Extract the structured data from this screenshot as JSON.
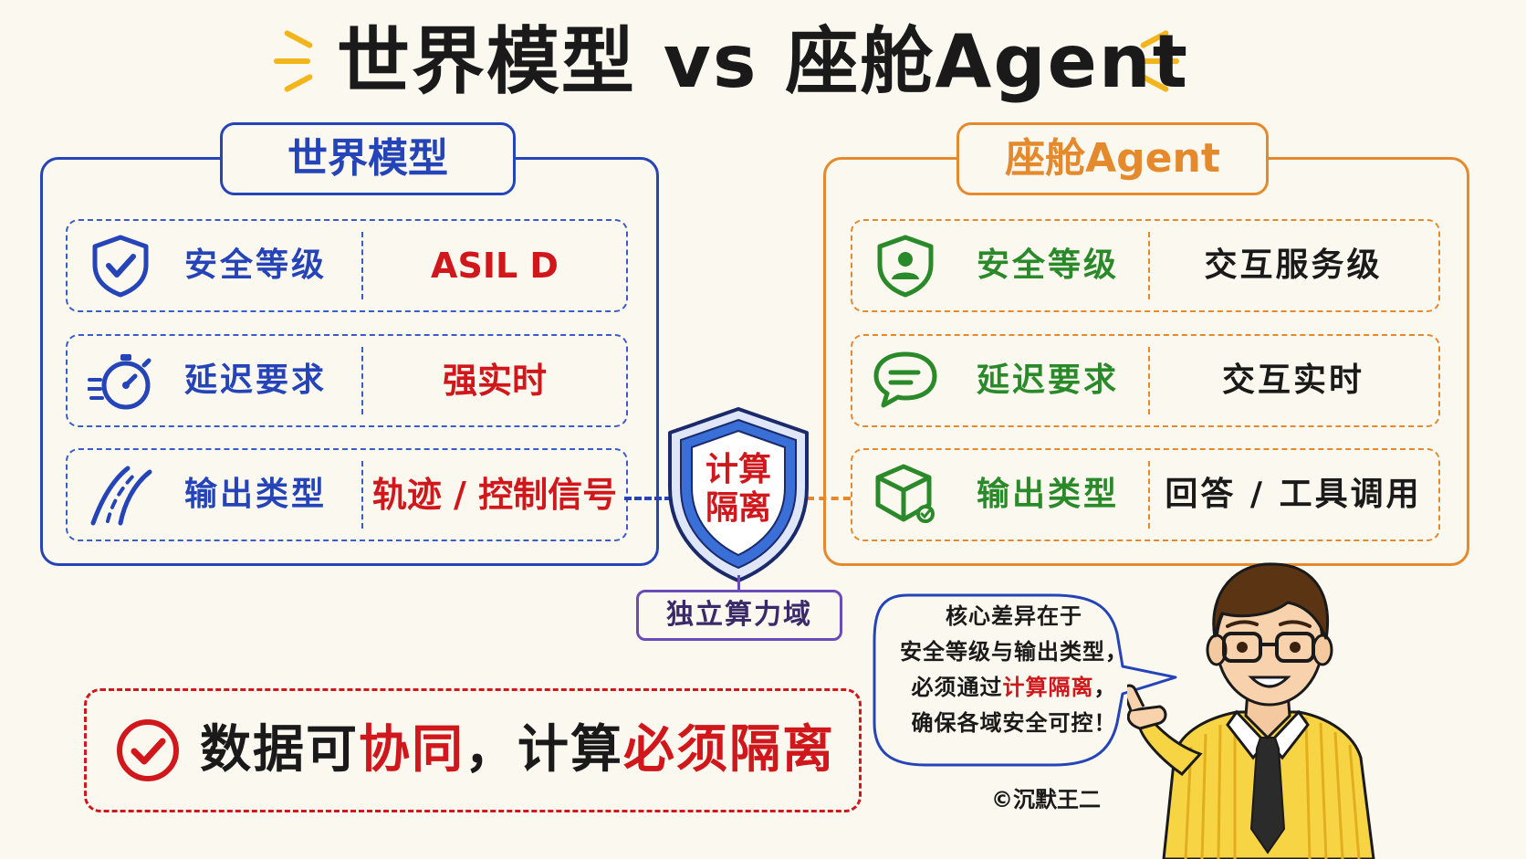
{
  "title": "世界模型 vs 座舱Agent",
  "left_panel": {
    "heading": "世界模型",
    "rows": [
      {
        "icon": "shield-check-icon",
        "label": "安全等级",
        "value": "ASIL D"
      },
      {
        "icon": "stopwatch-icon",
        "label": "延迟要求",
        "value": "强实时"
      },
      {
        "icon": "road-lanes-icon",
        "label": "输出类型",
        "value": "轨迹 / 控制信号"
      }
    ]
  },
  "right_panel": {
    "heading": "座舱Agent",
    "rows": [
      {
        "icon": "shield-user-icon",
        "label": "安全等级",
        "value": "交互服务级"
      },
      {
        "icon": "chat-bubbles-icon",
        "label": "延迟要求",
        "value": "交互实时"
      },
      {
        "icon": "cube-icon",
        "label": "输出类型",
        "value": "回答 / 工具调用"
      }
    ]
  },
  "center": {
    "shield_text": [
      "计算",
      "隔离"
    ],
    "domain_label": "独立算力域"
  },
  "summary": {
    "parts": [
      {
        "text": "数据可",
        "red": false
      },
      {
        "text": "协同",
        "red": true
      },
      {
        "text": "，计算",
        "red": false
      },
      {
        "text": "必须隔离",
        "red": true
      }
    ]
  },
  "speech_bubble": {
    "lines": [
      [
        {
          "text": "核心差异在于",
          "red": false
        }
      ],
      [
        {
          "text": "安全等级与输出类型，",
          "red": false
        }
      ],
      [
        {
          "text": "必须通过",
          "red": false
        },
        {
          "text": "计算隔离",
          "red": true
        },
        {
          "text": "，",
          "red": false
        }
      ],
      [
        {
          "text": "确保各域安全可控！",
          "red": false
        }
      ]
    ]
  },
  "copyright": "©沉默王二",
  "colors": {
    "left_accent": "#2444b8",
    "right_accent": "#e58a2c",
    "red_emphasis": "#d0171b",
    "green_label": "#2a8a2a",
    "domain_purple": "#6b4bb5",
    "spark_yellow": "#f2b51c"
  }
}
